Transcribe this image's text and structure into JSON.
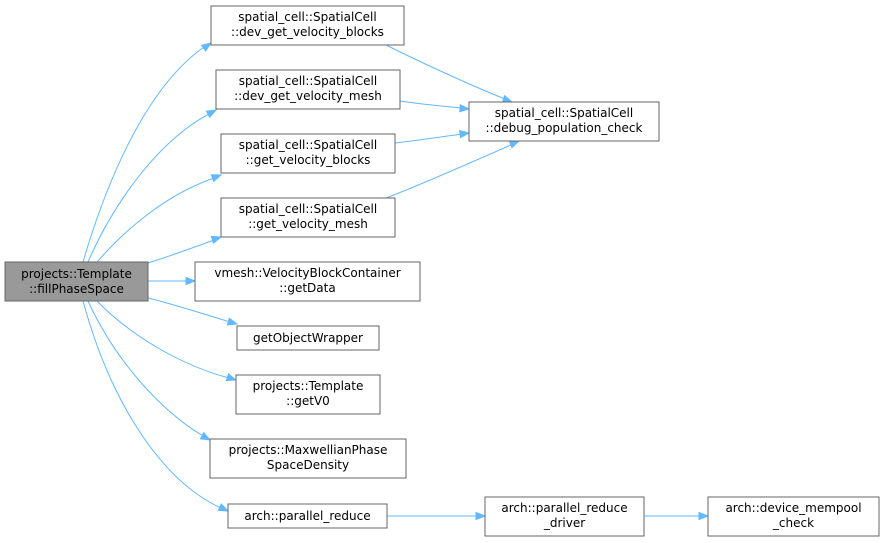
{
  "diagram": {
    "type": "call-graph",
    "edge_color": "#63b8ff",
    "root_fill": "#999999",
    "node_fill": "#ffffff",
    "node_border": "#666666",
    "nodes": {
      "fillPhaseSpace": {
        "line1": "projects::Template",
        "line2": "::fillPhaseSpace"
      },
      "dev_get_velocity_blocks": {
        "line1": "spatial_cell::SpatialCell",
        "line2": "::dev_get_velocity_blocks"
      },
      "dev_get_velocity_mesh": {
        "line1": "spatial_cell::SpatialCell",
        "line2": "::dev_get_velocity_mesh"
      },
      "get_velocity_blocks": {
        "line1": "spatial_cell::SpatialCell",
        "line2": "::get_velocity_blocks"
      },
      "get_velocity_mesh": {
        "line1": "spatial_cell::SpatialCell",
        "line2": "::get_velocity_mesh"
      },
      "debug_population_check": {
        "line1": "spatial_cell::SpatialCell",
        "line2": "::debug_population_check"
      },
      "getData": {
        "line1": "vmesh::VelocityBlockContainer",
        "line2": "::getData"
      },
      "getObjectWrapper": {
        "line1": "getObjectWrapper"
      },
      "getV0": {
        "line1": "projects::Template",
        "line2": "::getV0"
      },
      "MaxwellianPhaseSpaceDensity": {
        "line1": "projects::MaxwellianPhase",
        "line2": "SpaceDensity"
      },
      "parallel_reduce": {
        "line1": "arch::parallel_reduce"
      },
      "parallel_reduce_driver": {
        "line1": "arch::parallel_reduce",
        "line2": "_driver"
      },
      "device_mempool_check": {
        "line1": "arch::device_mempool",
        "line2": "_check"
      }
    },
    "edges": [
      {
        "from": "fillPhaseSpace",
        "to": "dev_get_velocity_blocks"
      },
      {
        "from": "fillPhaseSpace",
        "to": "dev_get_velocity_mesh"
      },
      {
        "from": "fillPhaseSpace",
        "to": "get_velocity_blocks"
      },
      {
        "from": "fillPhaseSpace",
        "to": "get_velocity_mesh"
      },
      {
        "from": "fillPhaseSpace",
        "to": "getData"
      },
      {
        "from": "fillPhaseSpace",
        "to": "getObjectWrapper"
      },
      {
        "from": "fillPhaseSpace",
        "to": "getV0"
      },
      {
        "from": "fillPhaseSpace",
        "to": "MaxwellianPhaseSpaceDensity"
      },
      {
        "from": "fillPhaseSpace",
        "to": "parallel_reduce"
      },
      {
        "from": "dev_get_velocity_blocks",
        "to": "debug_population_check"
      },
      {
        "from": "dev_get_velocity_mesh",
        "to": "debug_population_check"
      },
      {
        "from": "get_velocity_blocks",
        "to": "debug_population_check"
      },
      {
        "from": "get_velocity_mesh",
        "to": "debug_population_check"
      },
      {
        "from": "parallel_reduce",
        "to": "parallel_reduce_driver"
      },
      {
        "from": "parallel_reduce_driver",
        "to": "device_mempool_check"
      }
    ]
  }
}
